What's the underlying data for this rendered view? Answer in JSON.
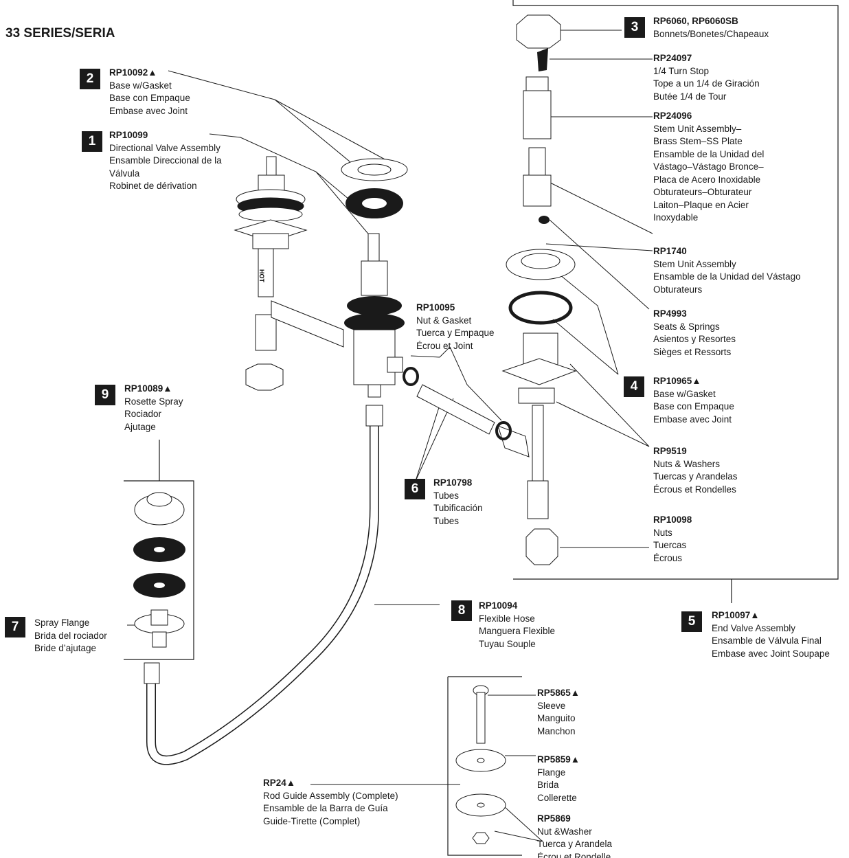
{
  "title": "33 SERIES/SERIA",
  "callouts": [
    {
      "id": "c1",
      "badge": "1",
      "part": "RP10099",
      "lines": [
        "Directional Valve Assembly",
        "Ensamble Direccional de la",
        "Válvula",
        "Robinet de dérivation"
      ]
    },
    {
      "id": "c2",
      "badge": "2",
      "part": "RP10092▲",
      "lines": [
        "Base w/Gasket",
        "Base con Empaque",
        "Embase avec Joint"
      ]
    },
    {
      "id": "c3",
      "badge": "3",
      "part": "RP6060, RP6060SB",
      "lines": [
        "Bonnets/Bonetes/Chapeaux"
      ]
    },
    {
      "id": "c4",
      "badge": "4",
      "part": "RP10965▲",
      "lines": [
        "Base w/Gasket",
        "Base con Empaque",
        "Embase avec Joint"
      ]
    },
    {
      "id": "c5",
      "badge": "5",
      "part": "RP10097▲",
      "lines": [
        "End Valve Assembly",
        "Ensamble de Válvula Final",
        "Embase avec Joint Soupape"
      ]
    },
    {
      "id": "c6",
      "badge": "6",
      "part": "RP10798",
      "lines": [
        "Tubes",
        "Tubificación",
        "Tubes"
      ]
    },
    {
      "id": "c7",
      "badge": "7",
      "part": "",
      "lines": [
        "Spray Flange",
        "Brida del rociador",
        "Bride d’ajutage"
      ]
    },
    {
      "id": "c8",
      "badge": "8",
      "part": "RP10094",
      "lines": [
        "Flexible Hose",
        "Manguera Flexible",
        "Tuyau Souple"
      ]
    },
    {
      "id": "c9",
      "badge": "9",
      "part": "RP10089▲",
      "lines": [
        "Rosette Spray",
        "Rociador",
        "Ajutage"
      ]
    }
  ],
  "labels": [
    {
      "id": "l1",
      "part": "RP24097",
      "lines": [
        "1/4 Turn Stop",
        "Tope a un 1/4 de Giración",
        "Butée 1/4 de Tour"
      ]
    },
    {
      "id": "l2",
      "part": "RP24096",
      "lines": [
        "Stem Unit Assembly–",
        "Brass Stem–SS Plate",
        "Ensamble de la Unidad del",
        "Vástago–Vástago Bronce–",
        "Placa de Acero Inoxidable",
        "Obturateurs–Obturateur",
        "Laiton–Plaque en Acier",
        "Inoxydable"
      ]
    },
    {
      "id": "l3",
      "part": "RP1740",
      "lines": [
        "Stem Unit Assembly",
        "Ensamble de la Unidad del Vástago",
        "Obturateurs"
      ]
    },
    {
      "id": "l4",
      "part": "RP4993",
      "lines": [
        "Seats & Springs",
        "Asientos y Resortes",
        "Sièges et Ressorts"
      ]
    },
    {
      "id": "l5",
      "part": "RP9519",
      "lines": [
        "Nuts & Washers",
        "Tuercas y Arandelas",
        "Écrous et Rondelles"
      ]
    },
    {
      "id": "l6",
      "part": "RP10098",
      "lines": [
        "Nuts",
        "Tuercas",
        "Écrous"
      ]
    },
    {
      "id": "l7",
      "part": "RP10095",
      "lines": [
        "Nut & Gasket",
        "Tuerca y Empaque",
        "Écrou et Joint"
      ]
    },
    {
      "id": "l8",
      "part": "RP5865▲",
      "lines": [
        "Sleeve",
        "Manguito",
        "Manchon"
      ]
    },
    {
      "id": "l9",
      "part": "RP5859▲",
      "lines": [
        "Flange",
        "Brida",
        "Collerette"
      ]
    },
    {
      "id": "l10",
      "part": "RP5869",
      "lines": [
        "Nut &Washer",
        "Tuerca y Arandela",
        "Écrou et Rondelle"
      ]
    },
    {
      "id": "l11",
      "part": "RP24▲",
      "lines": [
        "Rod Guide Assembly (Complete)",
        "Ensamble de la Barra de Guía",
        "Guide-Tirette (Complet)"
      ]
    }
  ],
  "hot_marking": "HOT"
}
